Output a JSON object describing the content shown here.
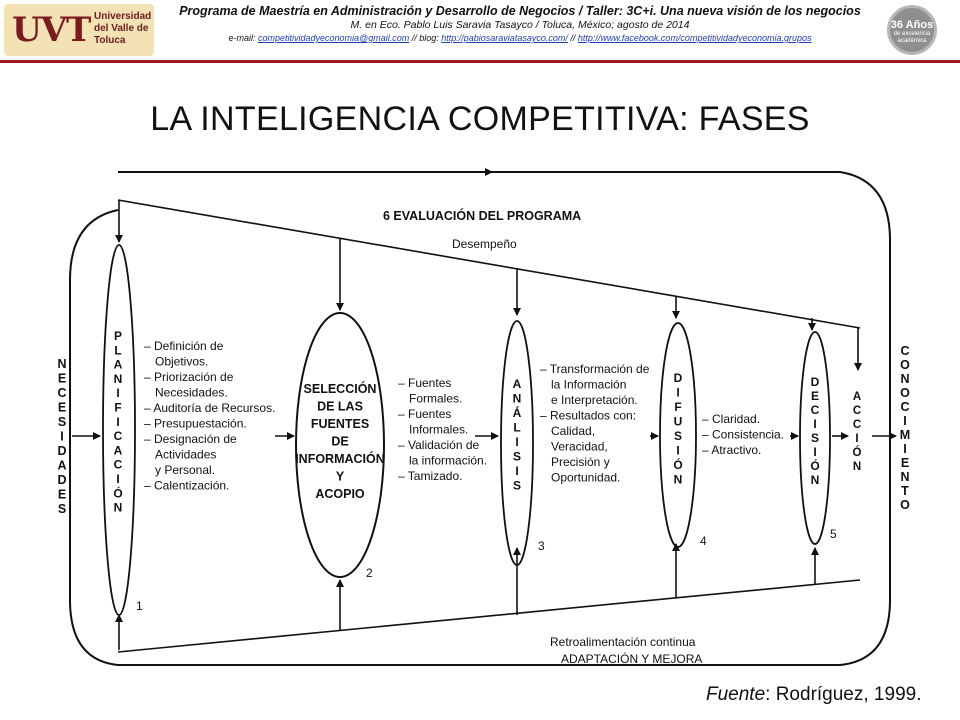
{
  "header": {
    "logo_mark": "UVT",
    "logo_name": "Universidad del Valle de Toluca",
    "line1": "Programa de Maestría en Administración y Desarrollo de Negocios / Taller: 3C+i. Una nueva visión de los negocios",
    "line2": "M. en Eco. Pablo Luis Saravia Tasayco / Toluca, México; agosto de 2014",
    "email_label": "e-mail:",
    "email": "competitividadyeconomia@gmail.com",
    "blog_label": "// blog:",
    "blog": "http://pabiosaraviatasayco.com/",
    "sep": "//",
    "facebook": "http://www.facebook.com/competitividadyeconomia.grupos",
    "seal_big": "36 Años",
    "seal_small": "de excelencia académica"
  },
  "title": "LA INTELIGENCIA COMPETITIVA: FASES",
  "diagram": {
    "evaluation_label": "6 EVALUACIÓN DEL PROGRAMA",
    "performance_label": "Desempeño",
    "feedback_label": "Retroalimentación continua",
    "adaptation_label": "ADAPTACIÓN Y MEJORA",
    "left_vertical": "NECESIDADES",
    "right_vertical": "CONOCIMIENTO",
    "phases": [
      {
        "label": "PLANIFICACIÓN",
        "number": "1"
      },
      {
        "label": "SELECCIÓN DE LAS FUENTES DE INFORMACIÓN Y ACOPIO",
        "number": "2"
      },
      {
        "label": "ANÁLISIS",
        "number": "3"
      },
      {
        "label": "DIFUSIÓN",
        "number": "4"
      },
      {
        "label": "DECISIÓN",
        "number": "5"
      },
      {
        "label": "ACCIÓN",
        "number": ""
      }
    ],
    "selection_lines": [
      "SELECCIÓN",
      "DE LAS",
      "FUENTES",
      "DE",
      "INFORMACIÓN",
      "Y",
      "ACOPIO"
    ],
    "planning_items": [
      "– Definición de",
      "Objetivos.",
      "– Priorización de",
      "Necesidades.",
      "– Auditoría de Recursos.",
      "– Presupuestación.",
      "– Designación de",
      "Actividades",
      "y Personal.",
      "– Calentización."
    ],
    "selection_items": [
      "– Fuentes",
      "Formales.",
      "– Fuentes",
      "Informales.",
      "– Validación de",
      "la información.",
      "– Tamizado."
    ],
    "analysis_items": [
      "– Transformación de",
      "la Información",
      "e Interpretación.",
      "– Resultados con:",
      "Calidad,",
      "Veracidad,",
      "Precisión y",
      "Oportunidad."
    ],
    "diffusion_items": [
      "– Claridad.",
      "– Consistencia.",
      "– Atractivo."
    ]
  },
  "source": {
    "prefix": "Fuente",
    "text": ": Rodríguez, 1999."
  }
}
